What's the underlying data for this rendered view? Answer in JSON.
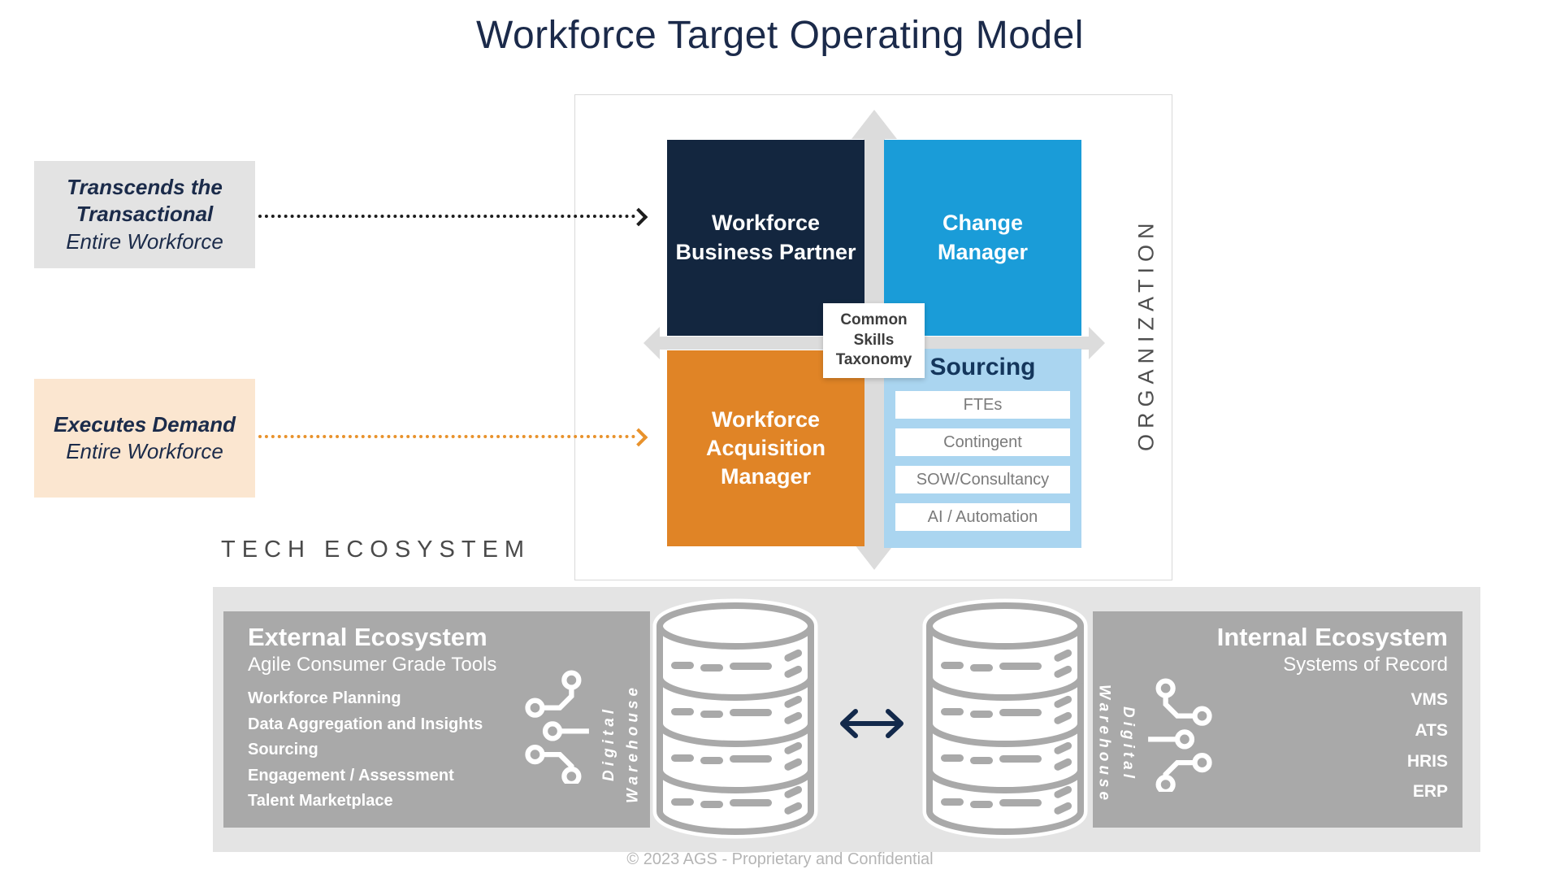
{
  "title": "Workforce Target Operating Model",
  "annotations": {
    "transcends": {
      "heading": "Transcends the Transactional",
      "subheading": "Entire Workforce"
    },
    "executes": {
      "heading": "Executes Demand",
      "subheading": "Entire Workforce"
    }
  },
  "quadrant": {
    "axis_label": "ORGANIZATION",
    "top_left": "Workforce Business Partner",
    "top_right": "Change Manager",
    "bottom_left": "Workforce Acquisition Manager",
    "sourcing": {
      "title": "Sourcing",
      "items": [
        "FTEs",
        "Contingent",
        "SOW/Consultancy",
        "AI / Automation"
      ]
    },
    "center_label": {
      "lines": [
        "Common",
        "Skills",
        "Taxonomy"
      ]
    }
  },
  "tech_ecosystem": {
    "label": "TECH ECOSYSTEM",
    "external": {
      "title": "External Ecosystem",
      "subtitle": "Agile Consumer Grade Tools",
      "items": [
        "Workforce Planning",
        "Data Aggregation and Insights",
        "Sourcing",
        "Engagement / Assessment",
        "Talent Marketplace"
      ]
    },
    "internal": {
      "title": "Internal Ecosystem",
      "subtitle": "Systems of Record",
      "items": [
        "VMS",
        "ATS",
        "HRIS",
        "ERP"
      ]
    },
    "digital_warehouse": {
      "lines": [
        "Digital",
        "Warehouse"
      ]
    }
  },
  "footer": "© 2023 AGS - Proprietary and Confidential",
  "colors": {
    "navy_block": "#13263f",
    "blue_block": "#1a9cd8",
    "orange_block": "#e08426",
    "light_blue_block": "#aad5f0",
    "cross_gray": "#dcdcdc",
    "ecosystem_block_gray": "#a9a9a9",
    "band_gray": "#e4e4e4",
    "annotation_gray_bg": "#e3e3e3",
    "annotation_peach_bg": "#fbe6d0",
    "dotted_arrow_black": "#1d1d1d",
    "dotted_arrow_orange": "#e8922c",
    "title_navy": "#1b2a4a",
    "double_arrow_navy": "#13294b"
  }
}
